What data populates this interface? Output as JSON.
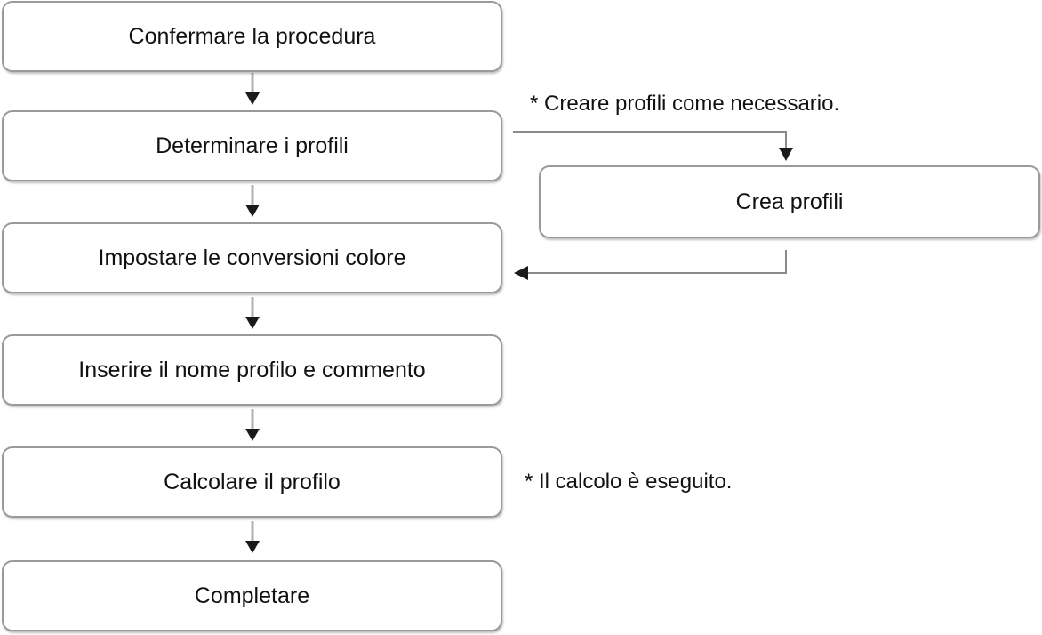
{
  "steps": [
    {
      "label": "Confermare la procedura"
    },
    {
      "label": "Determinare i profili"
    },
    {
      "label": "Impostare le conversioni colore"
    },
    {
      "label": "Inserire il nome profilo e commento"
    },
    {
      "label": "Calcolare il profilo"
    },
    {
      "label": "Completare"
    }
  ],
  "side_step": {
    "label": "Crea profili"
  },
  "notes": {
    "create_profiles": "* Creare profili come necessario.",
    "calculation": "* Il calcolo è eseguito."
  },
  "colors": {
    "box_border": "#9a9a9a",
    "connector_line": "#b0b0b0",
    "arrow_head": "#1a1a1a",
    "text": "#111111"
  }
}
